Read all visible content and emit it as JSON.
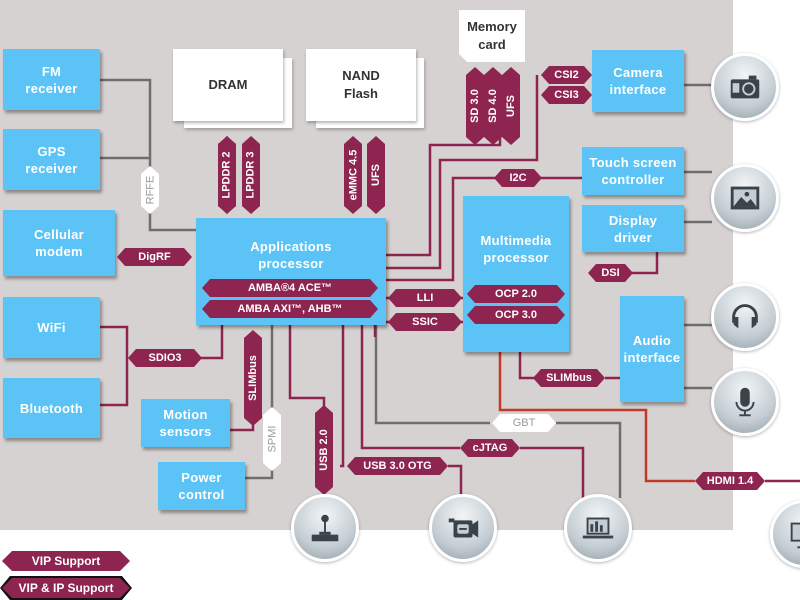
{
  "colors": {
    "background": "#d6d2d1",
    "block": "#5bc3f5",
    "interface_tag": "#8e2450",
    "wire_dark": "#8e2450",
    "wire_gray": "#6e6e6e",
    "wire_red": "#c0392b"
  },
  "blocks": {
    "fm_receiver": "FM\nreceiver",
    "gps_receiver": "GPS\nreceiver",
    "cellular_modem": "Cellular\nmodem",
    "wifi": "WiFi",
    "bluetooth": "Bluetooth",
    "applications_processor": "Applications\nprocessor",
    "multimedia_processor": "Multimedia\nprocessor",
    "camera_interface": "Camera\ninterface",
    "touch_screen_controller": "Touch screen\ncontroller",
    "display_driver": "Display\ndriver",
    "audio_interface": "Audio\ninterface",
    "motion_sensors": "Motion\nsensors",
    "power_control": "Power\ncontrol"
  },
  "memory": {
    "dram": "DRAM",
    "nand_flash": "NAND\nFlash",
    "memory_card": "Memory\ncard"
  },
  "interfaces": {
    "lpddr2": "LPDDR 2",
    "lpddr3": "LPDDR 3",
    "emmc": "eMMC 4.5",
    "ufs_nand": "UFS",
    "sd3": "SD 3.0",
    "sd4": "SD 4.0",
    "ufs_card": "UFS",
    "csi2": "CSI2",
    "csi3": "CSI3",
    "i2c": "I2C",
    "rffe": "RFFE",
    "digrf": "DigRF",
    "amba_ace": "AMBA®4 ACE™",
    "amba_axi": "AMBA AXI™, AHB™",
    "lli": "LLI",
    "ssic": "SSIC",
    "ocp2": "OCP 2.0",
    "ocp3": "OCP 3.0",
    "dsi": "DSI",
    "sdio3": "SDIO3",
    "slimbus_ap": "SLIMbus",
    "slimbus_mm": "SLIMbus",
    "spmi": "SPMI",
    "usb2": "USB 2.0",
    "usb3otg": "USB 3.0 OTG",
    "cjtag": "cJTAG",
    "gbt": "GBT",
    "hdmi": "HDMI 1.4"
  },
  "peripherals": [
    "camera",
    "picture",
    "headphones",
    "microphone",
    "joystick",
    "video-camera",
    "laptop",
    "monitor"
  ],
  "legend": {
    "vip_support": "VIP Support",
    "vip_ip_support": "VIP & IP Support"
  }
}
